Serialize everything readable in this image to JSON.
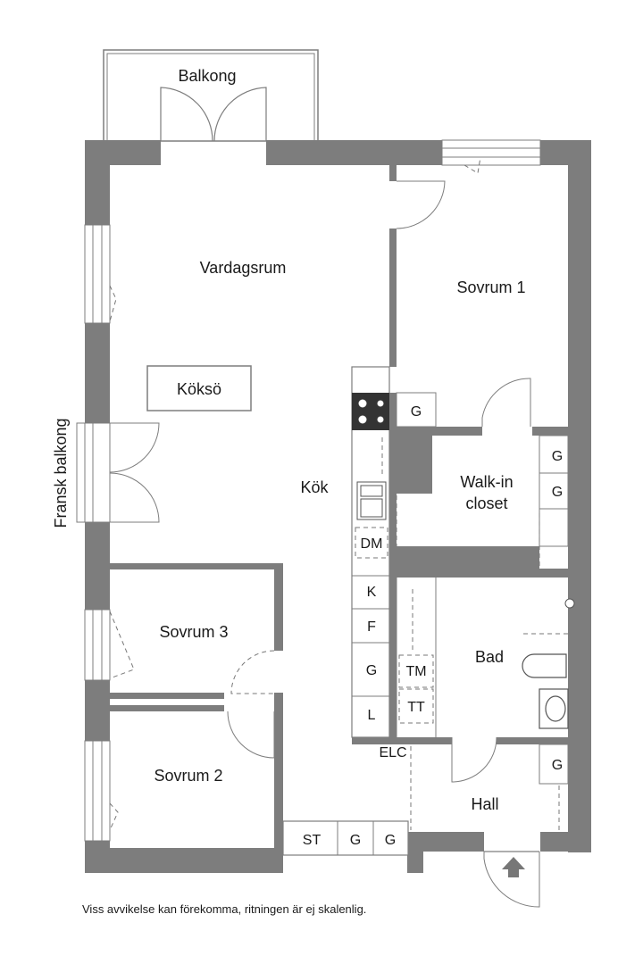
{
  "rooms": {
    "balkong": "Balkong",
    "vardagsrum": "Vardagsrum",
    "sovrum1": "Sovrum 1",
    "koksoe": "Köksö",
    "fransk_balkong": "Fransk balkong",
    "kok": "Kök",
    "walkin_1": "Walk-in",
    "walkin_2": "closet",
    "sovrum3": "Sovrum 3",
    "bad": "Bad",
    "sovrum2": "Sovrum 2",
    "hall": "Hall",
    "elc": "ELC"
  },
  "fixtures": {
    "g": "G",
    "dm": "DM",
    "k": "K",
    "f": "F",
    "l": "L",
    "tm": "TM",
    "tt": "TT",
    "st": "ST"
  },
  "footer": {
    "disclaimer": "Viss avvikelse kan förekomma, ritningen är ej skalenlig."
  },
  "colors": {
    "wall": "#7d7d7d",
    "stove": "#333333"
  }
}
